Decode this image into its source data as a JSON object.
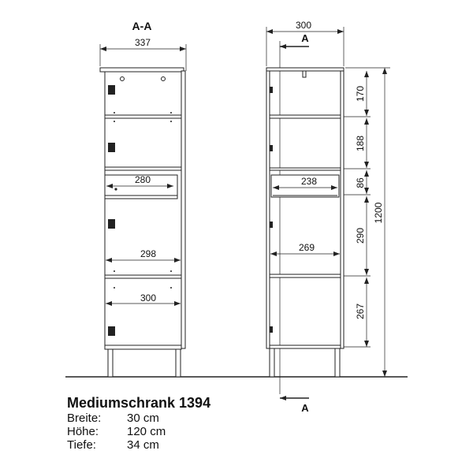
{
  "drawing": {
    "section_label": "A-A",
    "section_marker": "A",
    "section_view": {
      "overall_depth": "337",
      "drawer_inner_width": "280",
      "shelf_depth_upper": "298",
      "shelf_depth_lower": "300"
    },
    "front_view": {
      "overall_width": "300",
      "drawer_inner_width": "238",
      "inner_width": "269",
      "compartment_heights": [
        "170",
        "188",
        "86",
        "290",
        "267"
      ],
      "overall_height": "1200"
    }
  },
  "product": {
    "title": "Mediumschrank 1394",
    "specs": [
      {
        "label": "Breite:",
        "value": "30 cm"
      },
      {
        "label": "Höhe:",
        "value": "120 cm"
      },
      {
        "label": "Tiefe:",
        "value": "34 cm"
      }
    ]
  }
}
